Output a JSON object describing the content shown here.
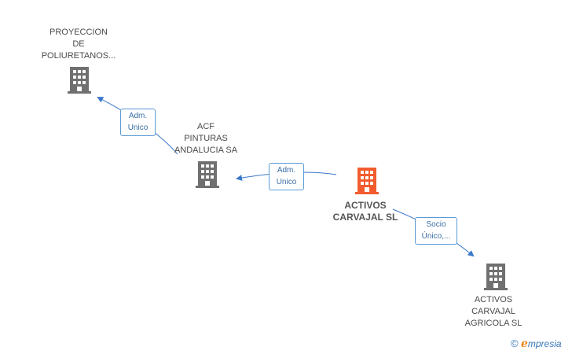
{
  "colors": {
    "company": "#707070",
    "main_company": "#f25c2e",
    "edge": "#3a78c9",
    "edge_label_border": "#5b9bd5"
  },
  "nodes": {
    "proyeccion": {
      "lines": [
        "PROYECCION",
        "DE",
        "POLIURETANOS..."
      ],
      "icon": "building-icon"
    },
    "acf": {
      "lines": [
        "ACF",
        "PINTURAS",
        "ANDALUCIA SA"
      ],
      "icon": "building-icon"
    },
    "activos": {
      "lines": [
        "ACTIVOS",
        "CARVAJAL SL"
      ],
      "icon": "building-icon"
    },
    "agricola": {
      "lines": [
        "ACTIVOS",
        "CARVAJAL",
        "AGRICOLA SL"
      ],
      "icon": "building-icon"
    }
  },
  "edges": {
    "acf_to_proyeccion": {
      "lines": [
        "Adm.",
        "Unico"
      ]
    },
    "activos_to_acf": {
      "lines": [
        "Adm.",
        "Unico"
      ]
    },
    "activos_to_agricola": {
      "lines": [
        "Socio",
        "Único,..."
      ]
    }
  },
  "brand": {
    "copyright": "©",
    "e": "ℯ",
    "name": "mpresia"
  }
}
